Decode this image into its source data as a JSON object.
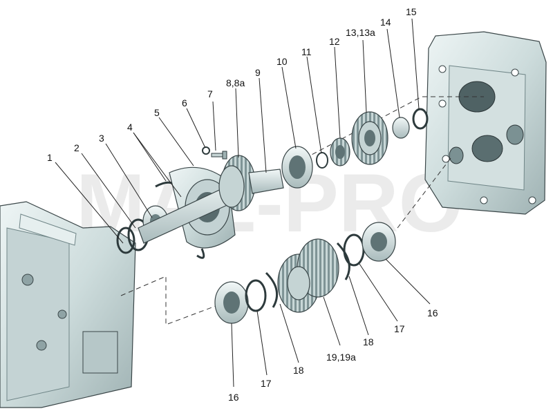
{
  "watermark": "MAZ-PRO",
  "callouts": {
    "c1": "1",
    "c2": "2",
    "c3": "3",
    "c4": "4",
    "c5": "5",
    "c6": "6",
    "c7": "7",
    "c8": "8,8a",
    "c9": "9",
    "c10": "10",
    "c11": "11",
    "c12": "12",
    "c13": "13,13a",
    "c14": "14",
    "c15": "15",
    "c16a": "16",
    "c16b": "16",
    "c17a": "17",
    "c17b": "17",
    "c18a": "18",
    "c18b": "18",
    "c19": "19,19a"
  },
  "colors": {
    "part_fill": "#d9e6e6",
    "part_dark": "#8fa3a5",
    "outline": "#3a4648",
    "label": "#111111"
  }
}
